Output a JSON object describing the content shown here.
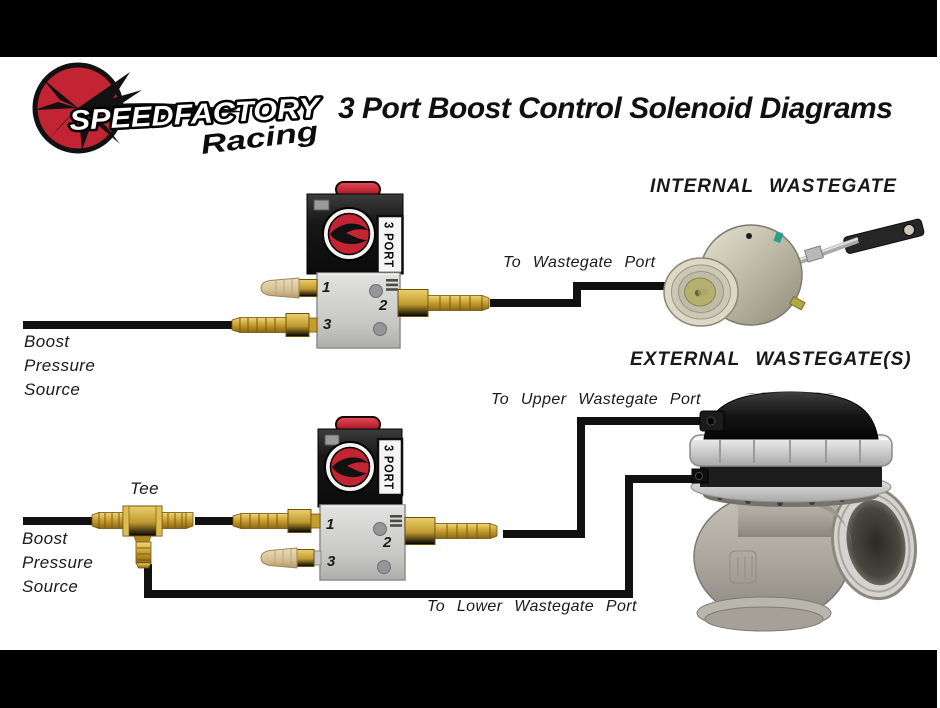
{
  "title": "3 Port Boost Control Solenoid Diagrams",
  "logo": {
    "brand": "SPEEDFACTORY",
    "script": "Racing"
  },
  "solenoid": {
    "badge": "3 PORT",
    "port1": "1",
    "port2": "2",
    "port3": "3"
  },
  "internal": {
    "heading": "INTERNAL WASTEGATE",
    "line_label": "To Wastegate Port",
    "source_lines": [
      "Boost",
      "Pressure",
      "Source"
    ]
  },
  "external": {
    "heading": "EXTERNAL WASTEGATE(S)",
    "upper_line_label": "To Upper Wastegate Port",
    "lower_line_label": "To Lower Wastegate Port",
    "tee_label": "Tee",
    "source_lines": [
      "Boost",
      "Pressure",
      "Source"
    ]
  },
  "colors": {
    "background": "#ffffff",
    "letterbox_bar": "#000000",
    "connection_line": "#111111",
    "brand_red": "#c22433",
    "brass": "#c79d2e",
    "text": "#111111"
  }
}
